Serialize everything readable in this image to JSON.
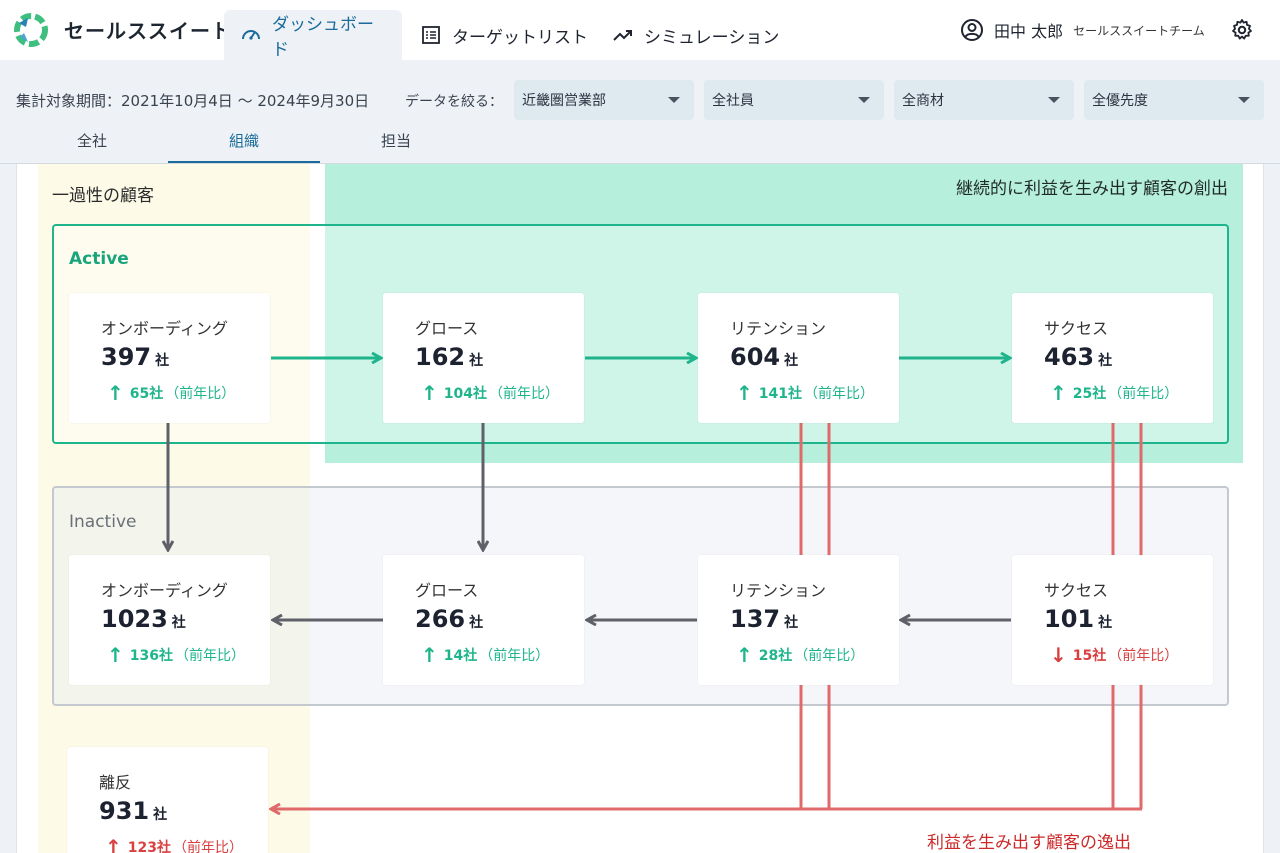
{
  "app": {
    "brand": "セールススイート"
  },
  "nav": {
    "tabs": [
      {
        "label": "ダッシュボード",
        "icon": "gauge-icon",
        "active": true
      },
      {
        "label": "ターゲットリスト",
        "icon": "list-icon",
        "active": false
      },
      {
        "label": "シミュレーション",
        "icon": "trend-up-icon",
        "active": false
      }
    ]
  },
  "user": {
    "name": "田中 太郎",
    "team": "セールススイートチーム",
    "icon": "user-circle-icon"
  },
  "settings": {
    "icon": "gear-icon"
  },
  "filters": {
    "period": "集計対象期間：2021年10月4日 〜 2024年9月30日",
    "label": "データを絞る：",
    "selects": [
      "近畿圏営業部",
      "全社員",
      "全商材",
      "全優先度"
    ]
  },
  "sub_tabs": [
    {
      "label": "全社",
      "active": false
    },
    {
      "label": "組織",
      "active": true
    },
    {
      "label": "担当",
      "active": false
    }
  ],
  "zones": {
    "onetime": "一過性の顧客",
    "continuous": "継続的に利益を生み出す顧客の創出",
    "churn_label": "利益を生み出す顧客の逸出"
  },
  "groups": {
    "active": "Active",
    "inactive": "Inactive"
  },
  "unit": "社",
  "delta_suffix": "（前年比）",
  "cards": {
    "active": [
      {
        "title": "オンボーディング",
        "value": "397",
        "delta": "65社",
        "direction": "up"
      },
      {
        "title": "グロース",
        "value": "162",
        "delta": "104社",
        "direction": "up"
      },
      {
        "title": "リテンション",
        "value": "604",
        "delta": "141社",
        "direction": "up"
      },
      {
        "title": "サクセス",
        "value": "463",
        "delta": "25社",
        "direction": "up"
      }
    ],
    "inactive": [
      {
        "title": "オンボーディング",
        "value": "1023",
        "delta": "136社",
        "direction": "up"
      },
      {
        "title": "グロース",
        "value": "266",
        "delta": "14社",
        "direction": "up"
      },
      {
        "title": "リテンション",
        "value": "137",
        "delta": "28社",
        "direction": "up"
      },
      {
        "title": "サクセス",
        "value": "101",
        "delta": "15社",
        "direction": "down"
      }
    ],
    "churn": {
      "title": "離反",
      "value": "931",
      "delta": "123社",
      "direction": "up-red"
    }
  },
  "colors": {
    "accent": "#1a6b9a",
    "active_green": "#1fb58c",
    "inactive_gray": "#5f6068",
    "churn_red": "#e06a6a",
    "zone_yellow": "#fdfbe7",
    "zone_green": "#b6efdc"
  }
}
